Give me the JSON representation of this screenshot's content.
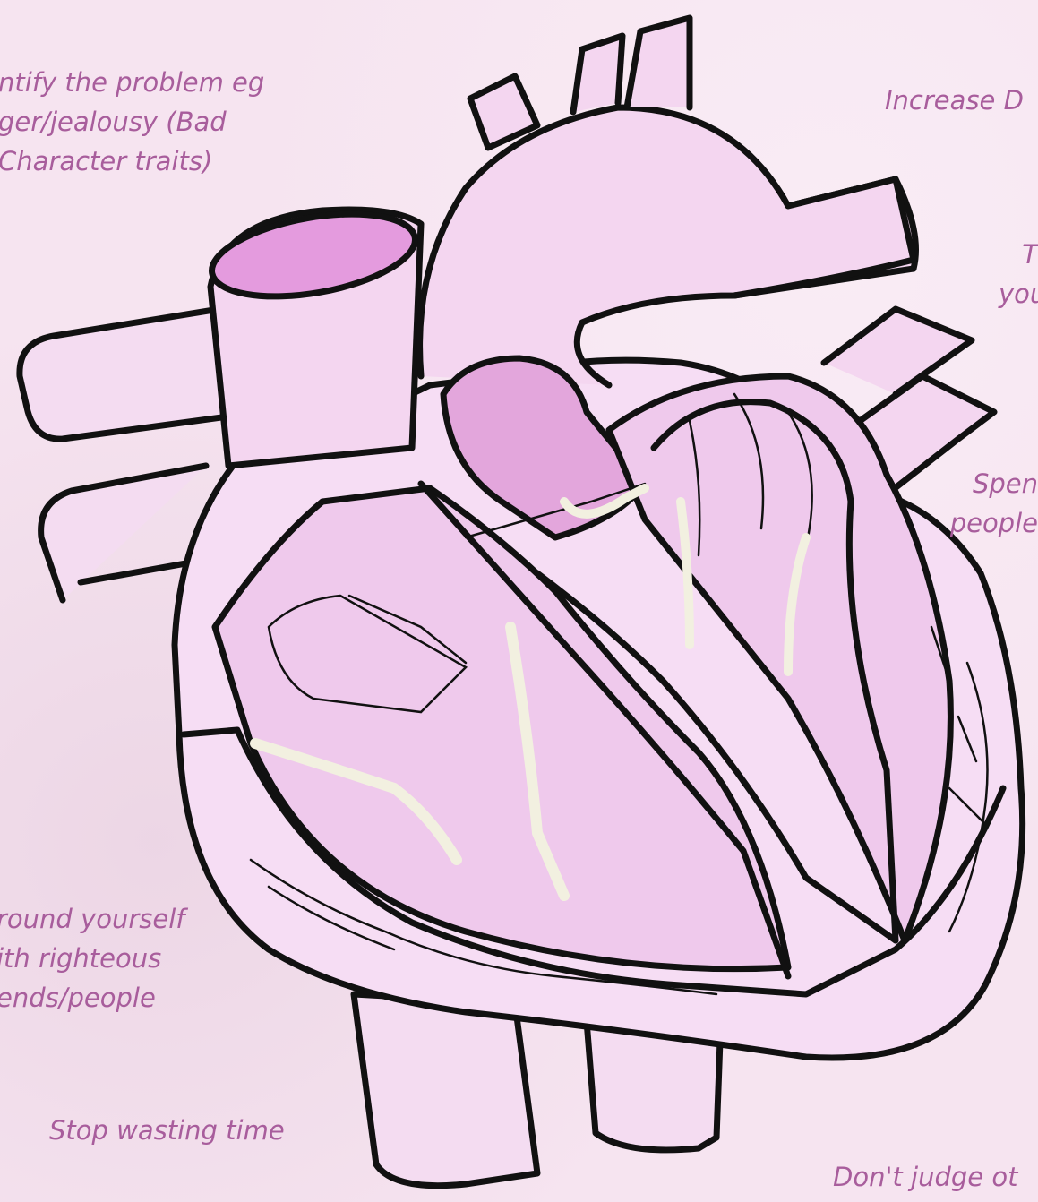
{
  "notes": {
    "identify": "ntify the problem eg\nger/jealousy (Bad\nCharacter traits)",
    "increase": "Increase D",
    "top_right_fragment": "T\nyou",
    "spend": "Spen\npeople",
    "surround": "round yourself\nith righteous\nends/people",
    "stop_wasting": "Stop wasting time",
    "dont_judge": "Don't judge ot"
  },
  "colors": {
    "background": "#f6e4f0",
    "heart_fill": "#f3d4ee",
    "heart_mid": "#eec7ea",
    "chamber_dark": "#e3a6dc",
    "vessel_pale": "#fbeefa",
    "outline": "#111111",
    "tendon": "#f2f0e0",
    "text": "#a85d9c"
  },
  "illustration": {
    "icon": "anatomical-heart-drawing"
  }
}
